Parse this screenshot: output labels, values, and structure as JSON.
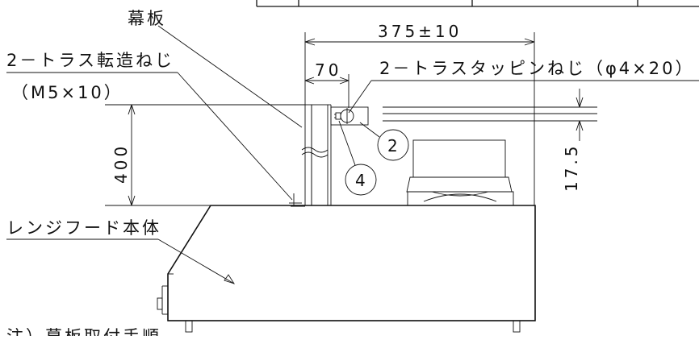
{
  "labels": {
    "makuita": "幕板",
    "screw_left_1": "2－トラス転造ねじ",
    "screw_left_2": "（M5×10）",
    "screw_right": "2－トラスタッピンねじ（φ4×20）",
    "hood_body": "レンジフード本体",
    "note_partial": "注）幕板取付手順"
  },
  "dimensions": {
    "overall_width": "375±10",
    "offset_70": "70",
    "height_400": "400",
    "offset_17_5": "17.5"
  },
  "callouts": {
    "c2": "2",
    "c4": "4"
  }
}
